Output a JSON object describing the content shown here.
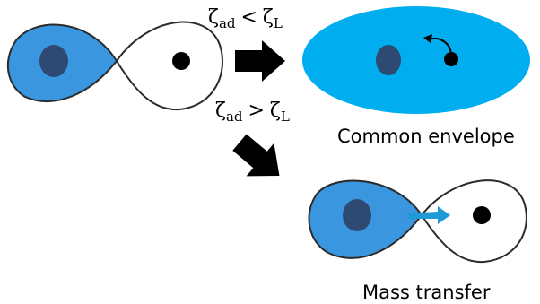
{
  "top_condition": {
    "symbol": "ζ",
    "sub_left": "ad",
    "op": "<",
    "sub_right": "L"
  },
  "bottom_condition": {
    "symbol": "ζ",
    "sub_left": "ad",
    "op": ">",
    "sub_right": "L"
  },
  "captions": {
    "common_envelope": "Common envelope",
    "mass_transfer": "Mass transfer"
  },
  "colors": {
    "lobe_fill": "#3a96de",
    "envelope_fill": "#00aeef",
    "donor_core": "#2e4a72",
    "accretor": "#000000",
    "outline": "#2b2b2b",
    "stream": "#1e9bd7",
    "arrow": "#000000"
  }
}
